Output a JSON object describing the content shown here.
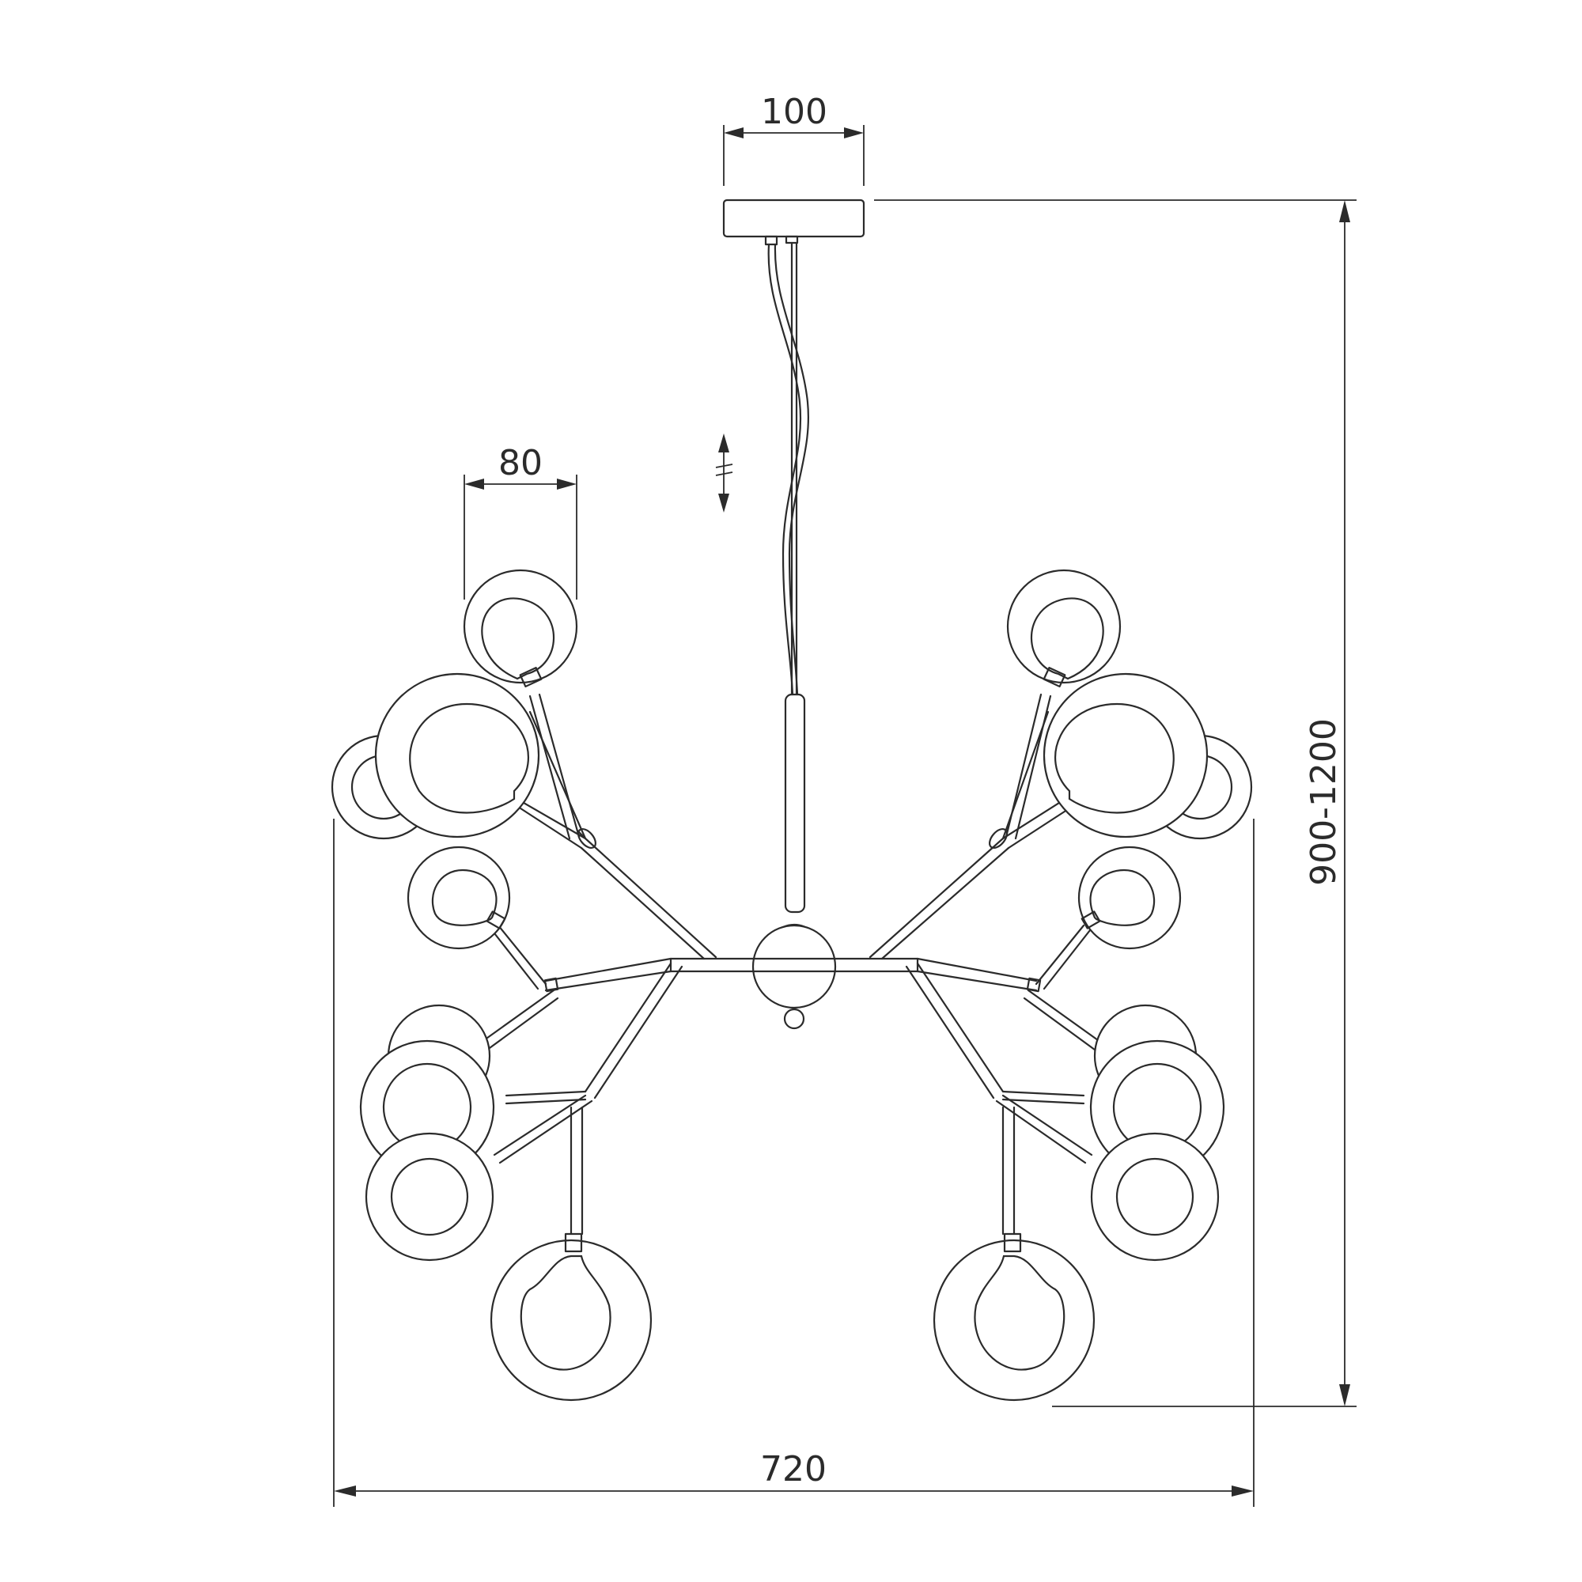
{
  "dimensions": {
    "canopy_width": "100",
    "globe_diameter": "80",
    "total_width": "720",
    "height_range": "900-1200"
  },
  "symbols": {
    "adjustable_cord": "adjustable-height-icon"
  },
  "colors": {
    "line": "#2b2b2b",
    "background": "#ffffff"
  }
}
